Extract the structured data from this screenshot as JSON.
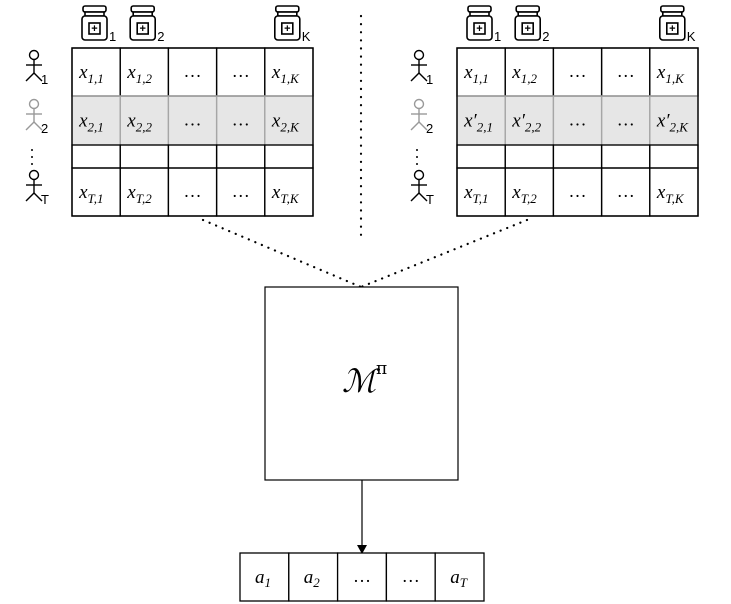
{
  "colors": {
    "line": "#000000",
    "highlight_fill": "#e6e6e6",
    "highlight_line": "#a6a6a6",
    "muted_figure": "#999999"
  },
  "left": {
    "item_labels": [
      "1",
      "2",
      "K"
    ],
    "user_labels": [
      "1",
      "2",
      "T"
    ],
    "rows": [
      [
        {
          "b": "x",
          "s": "1,1"
        },
        {
          "b": "x",
          "s": "1,2"
        },
        {
          "d": "…"
        },
        {
          "d": "…"
        },
        {
          "b": "x",
          "s": "1,K"
        }
      ],
      [
        {
          "b": "x",
          "s": "2,1"
        },
        {
          "b": "x",
          "s": "2,2"
        },
        {
          "d": "…"
        },
        {
          "d": "…"
        },
        {
          "b": "x",
          "s": "2,K"
        }
      ],
      [],
      [
        {
          "b": "x",
          "s": "T,1"
        },
        {
          "b": "x",
          "s": "T,2"
        },
        {
          "d": "…"
        },
        {
          "d": "…"
        },
        {
          "b": "x",
          "s": "T,K"
        }
      ]
    ]
  },
  "right": {
    "item_labels": [
      "1",
      "2",
      "K"
    ],
    "user_labels": [
      "1",
      "2",
      "T"
    ],
    "rows": [
      [
        {
          "b": "x",
          "s": "1,1"
        },
        {
          "b": "x",
          "s": "1,2"
        },
        {
          "d": "…"
        },
        {
          "d": "…"
        },
        {
          "b": "x",
          "s": "1,K"
        }
      ],
      [
        {
          "b": "x′",
          "s": "2,1"
        },
        {
          "b": "x′",
          "s": "2,2"
        },
        {
          "d": "…"
        },
        {
          "d": "…"
        },
        {
          "b": "x′",
          "s": "2,K"
        }
      ],
      [],
      [
        {
          "b": "x",
          "s": "T,1"
        },
        {
          "b": "x",
          "s": "T,2"
        },
        {
          "d": "…"
        },
        {
          "d": "…"
        },
        {
          "b": "x",
          "s": "T,K"
        }
      ]
    ]
  },
  "model": {
    "base": "ℳ",
    "sup": "π"
  },
  "output": [
    {
      "b": "a",
      "s": "1"
    },
    {
      "b": "a",
      "s": "2"
    },
    {
      "d": "…"
    },
    {
      "d": "…"
    },
    {
      "b": "a",
      "s": "T"
    }
  ]
}
